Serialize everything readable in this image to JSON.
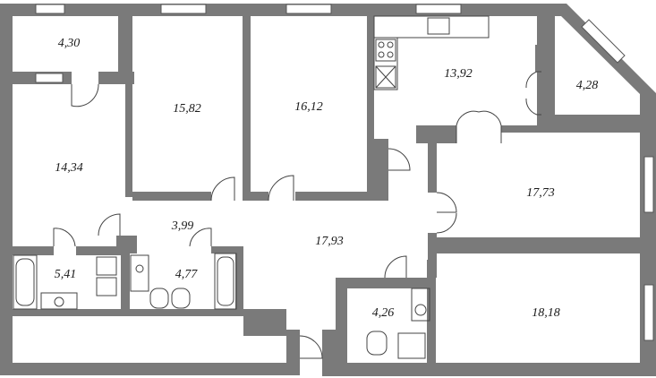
{
  "plan": {
    "rooms": [
      {
        "id": "storage-top-left",
        "area": "4,30"
      },
      {
        "id": "bedroom-left",
        "area": "14,34"
      },
      {
        "id": "bedroom-center-left",
        "area": "15,82"
      },
      {
        "id": "bedroom-center",
        "area": "16,12"
      },
      {
        "id": "kitchen",
        "area": "13,92"
      },
      {
        "id": "balcony",
        "area": "4,28"
      },
      {
        "id": "bedroom-right-upper",
        "area": "17,73"
      },
      {
        "id": "bedroom-right-lower",
        "area": "18,18"
      },
      {
        "id": "hall",
        "area": "17,93"
      },
      {
        "id": "corridor",
        "area": "3,99"
      },
      {
        "id": "bathroom-left",
        "area": "5,41"
      },
      {
        "id": "bathroom-center",
        "area": "4,77"
      },
      {
        "id": "wc-small",
        "area": "4,26"
      }
    ],
    "colors": {
      "wall": "#7a7a7a",
      "floor": "#ffffff",
      "fixture_line": "#444444"
    }
  }
}
